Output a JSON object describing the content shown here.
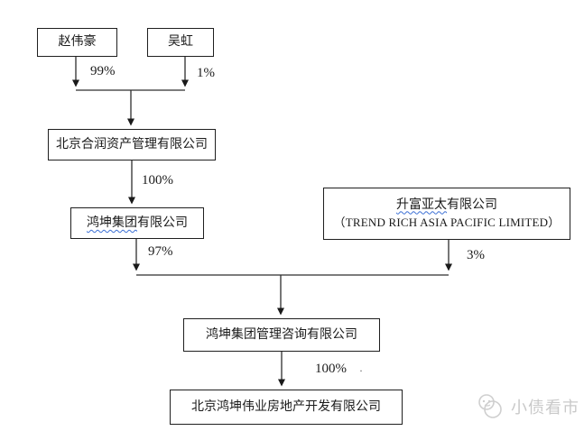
{
  "diagram": {
    "nodes": {
      "zhao_weihao": "赵伟豪",
      "wu_hong": "吴虹",
      "beijing_herun": "北京合润资产管理有限公司",
      "hongkun_group_underlined": "鸿坤集团",
      "hongkun_group_rest": "有限公司",
      "trend_rich_underlined": "升富亚太",
      "trend_rich_rest": "有限公司",
      "trend_rich_english": "（TREND RICH ASIA PACIFIC LIMITED）",
      "hongkun_consulting": "鸿坤集团管理咨询有限公司",
      "hongkun_weiye": "北京鸿坤伟业房地产开发有限公司"
    },
    "edge_labels": {
      "zhao_to_herun": "99%",
      "wu_to_herun": "1%",
      "herun_to_group": "100%",
      "group_to_consulting": "97%",
      "trend_to_consulting": "3%",
      "consulting_to_weiye": "100%",
      "stray_mark": "·"
    }
  },
  "watermark": {
    "text": "小债看市"
  },
  "colors": {
    "line": "#2e2e2e",
    "box_border": "#1f1f1f",
    "wavy_underline": "#3b6fd4",
    "watermark": "#c9c9c9"
  }
}
